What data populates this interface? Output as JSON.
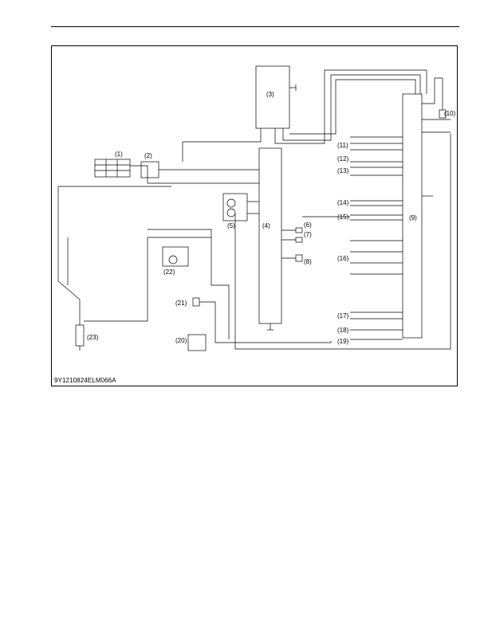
{
  "figure": {
    "id_label": "9Y1210824ELM066A",
    "component_labels": [
      "(1)",
      "(2)",
      "(3)",
      "(4)",
      "(5)",
      "(6)",
      "(7)",
      "(8)",
      "(9)",
      "(10)",
      "(11)",
      "(12)",
      "(13)",
      "(14)",
      "(15)",
      "(16)",
      "(17)",
      "(18)",
      "(19)",
      "(20)",
      "(21)",
      "(22)",
      "(23)"
    ]
  }
}
